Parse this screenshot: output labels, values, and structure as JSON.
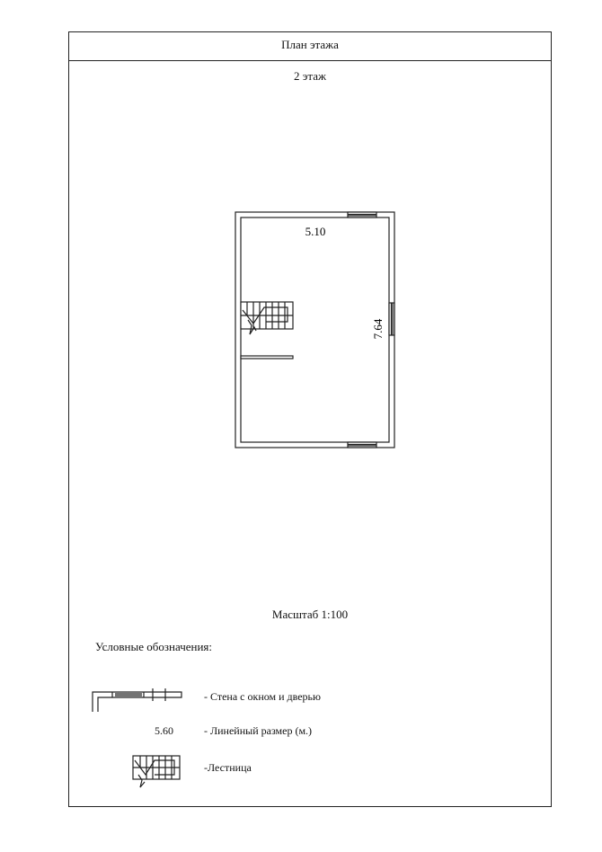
{
  "header": {
    "title": "План этажа"
  },
  "floor": {
    "label": "2 этаж"
  },
  "plan": {
    "width_dimension": "5.10",
    "length_dimension": "7.64"
  },
  "scale": {
    "label": "Масштаб 1:100"
  },
  "legend": {
    "title": "Условные обозначения:",
    "items": [
      {
        "symbol": "wall-with-window-and-door-icon",
        "text": "- Стена с окном и дверью"
      },
      {
        "symbol": "5.60",
        "text": "- Линейный размер (м.)"
      },
      {
        "symbol": "stair-icon",
        "text": "-Лестница"
      }
    ]
  }
}
